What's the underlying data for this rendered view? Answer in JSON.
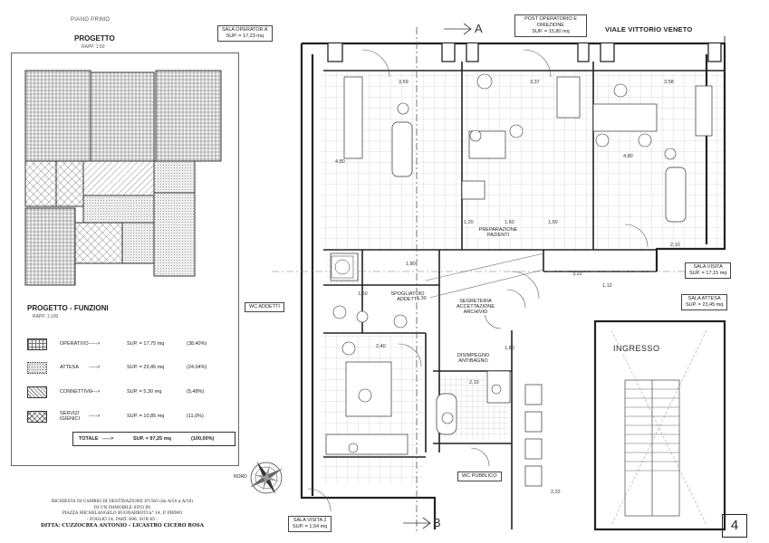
{
  "left_panel": {
    "floor_label": "PIANO PRIMO",
    "project_title": "PROGETTO",
    "project_scale": "RAPP. 1:50",
    "functions_title": "PROGETTO - FUNZIONI",
    "functions_scale": "RAPP. 1:100",
    "legend": [
      {
        "label": "OPERATIVO",
        "arrow": "----->",
        "sup": "SUP. = 17,75 mq",
        "pct": "(38,40%)"
      },
      {
        "label": "ATTESA",
        "arrow": "----->",
        "sup": "SUP. = 23,45 mq",
        "pct": "(24,04%)"
      },
      {
        "label": "CONNETTIVO",
        "arrow": "----->",
        "sup": "SUP. = 5,30 mq",
        "pct": "(5,48%)"
      },
      {
        "label": "SERVIZI IGIENICI",
        "arrow": "----->",
        "sup": "SUP. = 10,85 mq",
        "pct": "(11,0%)"
      }
    ],
    "total": {
      "label": "TOTALE",
      "arrow": "----->",
      "sup": "SUP. = 97,25 mq",
      "pct": "(100,00%)"
    }
  },
  "footer": {
    "line1": "RICHIESTA DI CAMBIO DI DESTINAZIONE D'USO (da A/10 a A/10)",
    "line2": "DI UN IMMOBILE SITO IN",
    "line3": "PIAZZA MICHELANGELO BUONARROTI n° 14, P. PRIMO",
    "line4": "- FOGLIO 14, PART. 696, SUB 45 -",
    "line5": "DITTA: CUZZOCREA ANTONIO - LICASTRO CICERO ROSA"
  },
  "compass": {
    "label": "NORD"
  },
  "page_number": "4",
  "plan": {
    "street": "VIALE VITTORIO VENETO",
    "section_a": "A",
    "section_b": "B",
    "rooms": {
      "sala_operatoria_a": {
        "name": "SALA OPERATOR A",
        "sup": "SUP. = 17,23 mq"
      },
      "post_operatorio": {
        "name": "POST OPERATORIO E DIREZIONE",
        "sup": "SUP. = 15,80 mq"
      },
      "sala_visita": {
        "name": "SALA VISITA",
        "sup": "SUP. = 17,15 mq"
      },
      "sala_attesa": {
        "name": "SALA ATTESA",
        "sup": "SUP. = 23,45 mq"
      },
      "wc_addetti": {
        "name": "WC ADDETTI"
      },
      "spogliatoio": {
        "name": "SPOGLIATOIO ADDETTI"
      },
      "segreteria": {
        "name": "SEGRETERIA ACCETTAZIONE ARCHIVIO"
      },
      "ingresso": {
        "name": "INGRESSO"
      },
      "disimpegno": {
        "name": "DISIMPEGNO ANTIBAGNO"
      },
      "wc_pubblico": {
        "name": "WC PUBBLICO"
      },
      "sala_visita_2": {
        "name": "SALA VISITA 2",
        "sup": "SUP. = 1,54 mq"
      },
      "preparazione": {
        "name": "PREPARAZIONE PAZIENTI"
      }
    },
    "dims": [
      "3,59",
      "3,37",
      "3,58",
      "4,80",
      "4,80",
      "1,20",
      "1,60",
      "1,50",
      "1,80",
      "3,22",
      "1,12",
      "2,40",
      "1,80",
      "2,10",
      "1,30",
      "1,60",
      "2,22",
      "2,10"
    ]
  }
}
